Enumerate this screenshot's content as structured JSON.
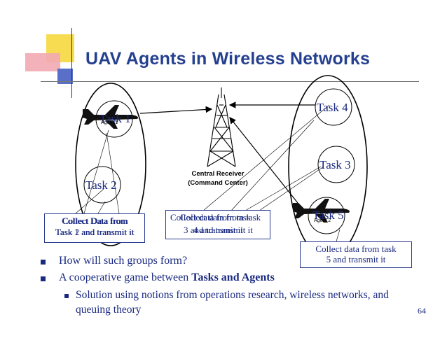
{
  "title": "UAV Agents in Wireless Networks",
  "page_number": "64",
  "diagram": {
    "central_receiver": {
      "line1": "Central Receiver",
      "line2": "(Command Center)"
    },
    "left_group": {
      "task1": "Task 1",
      "task2": "Task 2",
      "agent": "Agent 1",
      "collect_box_line1": "Collect Data from",
      "collect_box_line1_overlap": "Collect Data from",
      "collect_box_line2": "Task 1 and transmit it",
      "collect_box_line2_overlap": "Task 2 and transmit it"
    },
    "right_group": {
      "task4": "Task 4",
      "task3": "Task 3",
      "task5": "Task 5",
      "agent": "Agent 2",
      "collect_box_line1": "Collect data from task",
      "collect_box_line2": "5 and transmit it"
    },
    "middle_box": {
      "line1_a": "Collect data from task",
      "line1_b": "Collect data from task",
      "line2_a": "3 and transmit it",
      "line2_b": "4 and transmit it"
    }
  },
  "bullets": [
    {
      "text": "How will such groups form?"
    },
    {
      "text_plain": "A cooperative game between ",
      "text_bold": "Tasks and Agents"
    }
  ],
  "sub_bullets": [
    {
      "text": "Solution using notions from operations research, wireless networks, and  queuing theory"
    }
  ],
  "colors": {
    "title": "#25408f",
    "text": "#1a2a80",
    "deco_yellow": "#f3d23c",
    "deco_pink": "#ee9aa6",
    "deco_blue": "#5a6fc8"
  }
}
